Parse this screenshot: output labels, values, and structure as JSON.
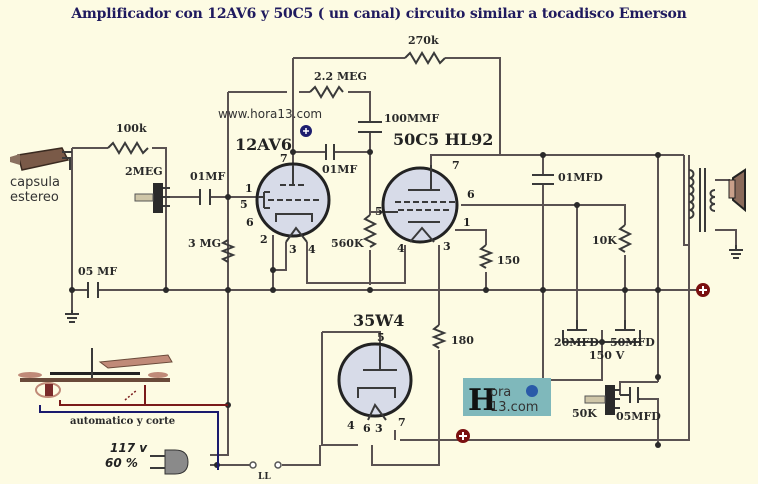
{
  "title": "Amplificador con 12AV6 y 50C5 ( un canal) circuito similar a tocadisco Emerson",
  "watermark": {
    "url_text": "www.hora13.com",
    "logo_text_top": "ora",
    "logo_text_bottom": "13.com",
    "logo_letter": "H"
  },
  "tubes": [
    {
      "id": "12AV6",
      "label": "12AV6",
      "pins": [
        "7",
        "1",
        "5",
        "6",
        "2",
        "3",
        "4"
      ]
    },
    {
      "id": "50C5",
      "label": "50C5  HL92",
      "pins": [
        "7",
        "6",
        "5",
        "1",
        "4",
        "3"
      ]
    },
    {
      "id": "35W4",
      "label": "35W4",
      "pins": [
        "5",
        "4",
        "6",
        "3",
        "7"
      ]
    }
  ],
  "components": {
    "r_100k": "100k",
    "pot_2meg": "2MEG",
    "c_01mf_in": "01MF",
    "r_3mg": "3 MG",
    "c_05mf": "05 MF",
    "r_270k": "270k",
    "r_22meg": "2.2 MEG",
    "c_100mmf": "100MMF",
    "c_01mf_coupling": "01MF",
    "r_560k": "560K",
    "r_150": "150",
    "c_01mfd": "01MFD",
    "r_10k": "10K",
    "c_20mfd": "20MFD",
    "c_50mfd": "50MFD",
    "cap_voltage": "150 V",
    "r_180": "180",
    "pot_50k": "50K",
    "c_05mfd": "05MFD"
  },
  "labels": {
    "cartridge": [
      "capsula",
      "estereo"
    ],
    "mains_voltage": "117 v",
    "mains_freq": "60 %",
    "switch": "LL",
    "turntable": "automatico y corte"
  },
  "colors": {
    "title": "#1f1a5e",
    "background": "#fdfbe3",
    "plus_marker": "#7a1010",
    "ac_hot": "#7a1a1a",
    "ac_neutral": "#1a1a6e",
    "logo_bg": "#7fb8bb"
  }
}
